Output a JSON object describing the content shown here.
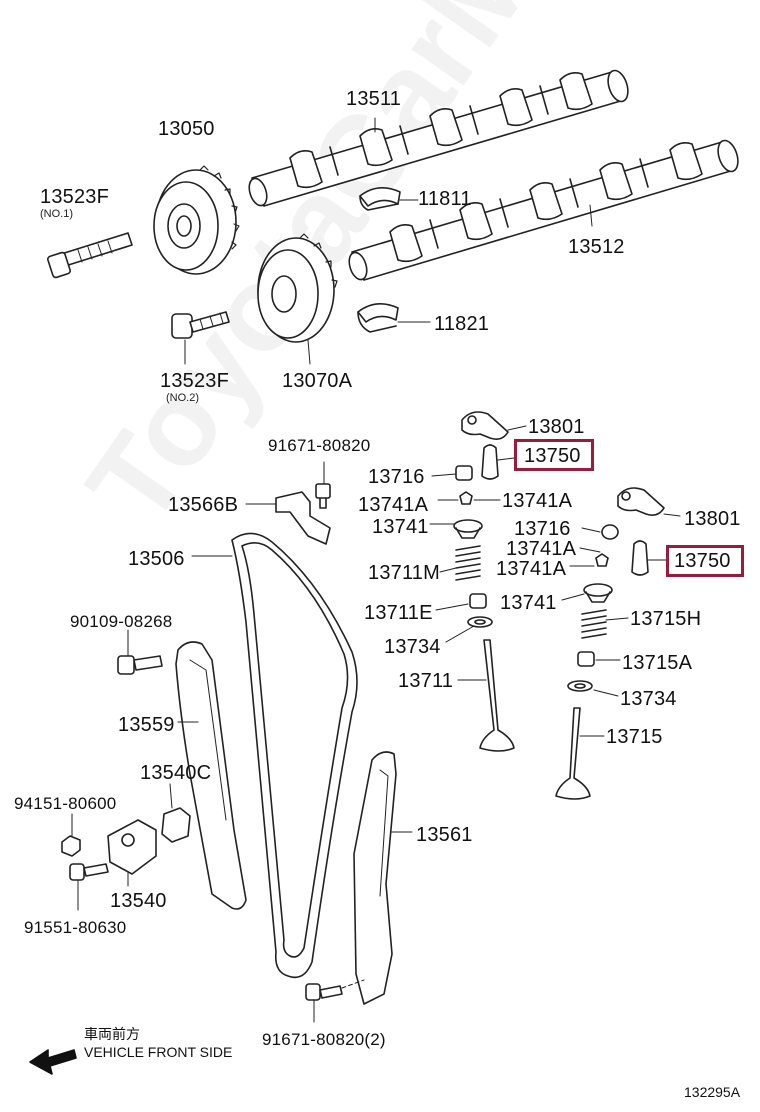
{
  "watermark": "ToyotaCarMine.ru",
  "labels": {
    "p13511": "13511",
    "p13050": "13050",
    "p11811": "11811",
    "p13523f_1": "13523F",
    "p13523f_1_sub": "(NO.1)",
    "p13512": "13512",
    "p11821": "11821",
    "p13523f_2": "13523F",
    "p13523f_2_sub": "(NO.2)",
    "p13070a": "13070A",
    "p13801_a": "13801",
    "p91671_top": "91671-80820",
    "p13750_a": "13750",
    "p13716_a": "13716",
    "p13741a_a": "13741A",
    "p13741a_b": "13741A",
    "p13566b": "13566B",
    "p13801_b": "13801",
    "p13741_a": "13741",
    "p13716_b": "13716",
    "p13506": "13506",
    "p13741a_c": "13741A",
    "p13750_b": "13750",
    "p13711m": "13711M",
    "p13741a_d": "13741A",
    "p90109": "90109-08268",
    "p13711e": "13711E",
    "p13741_b": "13741",
    "p13715h": "13715H",
    "p13734_a": "13734",
    "p13715a": "13715A",
    "p13711": "13711",
    "p13734_b": "13734",
    "p13559": "13559",
    "p13715": "13715",
    "p13540c": "13540C",
    "p94151": "94151-80600",
    "p13561": "13561",
    "p13540": "13540",
    "p91551": "91551-80630",
    "p91671_bottom": "91671-80820(2)"
  },
  "front": {
    "jp": "車両前方",
    "en": "VEHICLE FRONT SIDE"
  },
  "figure_number": "132295A",
  "highlight_color": "#9b1c3a"
}
